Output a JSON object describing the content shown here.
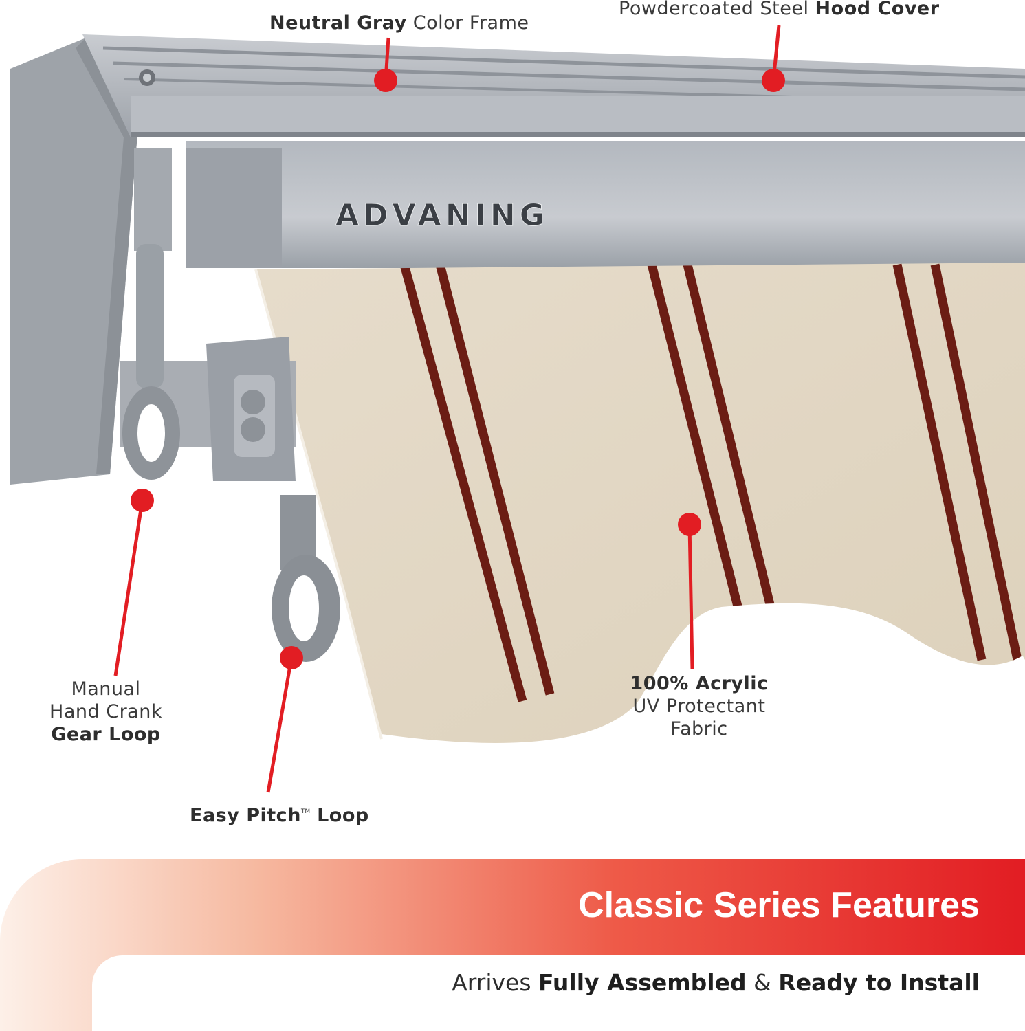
{
  "callouts": {
    "frame": {
      "bold": "Neutral Gray",
      "text": " Color Frame"
    },
    "hood": {
      "text": "Powdercoated Steel ",
      "bold": "Hood Cover"
    },
    "crank": {
      "line1": "Manual",
      "line2": "Hand Crank",
      "line3": "Gear Loop"
    },
    "pitch": {
      "bold": "Easy Pitch",
      "tm": "TM",
      "text": " Loop"
    },
    "fabric": {
      "line1": "100% Acrylic",
      "line2": "UV Protectant",
      "line3": "Fabric"
    }
  },
  "brand": "ADVANING",
  "banner": {
    "title": "Classic Series Features",
    "subtitle": {
      "a": "Arrives ",
      "b": "Fully Assembled",
      "c": " & ",
      "d": "Ready to Install"
    }
  },
  "colors": {
    "accent": "#e21d23",
    "frame_gray": "#a7acb3",
    "fabric": "#e4d9c6",
    "stripe": "#6b1d14"
  }
}
